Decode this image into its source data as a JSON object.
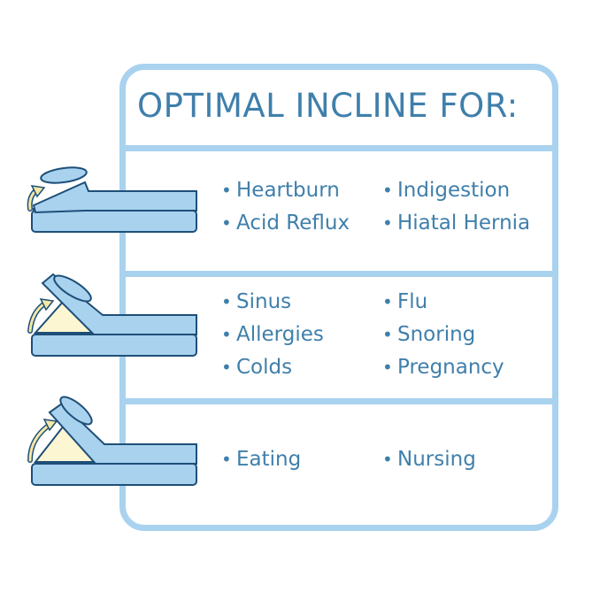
{
  "title": "OPTIMAL INCLINE FOR:",
  "bullet": "•",
  "groups": [
    {
      "items": [
        "Heartburn",
        "Acid Reflux",
        "Indigestion",
        "Hiatal Hernia"
      ]
    },
    {
      "items": [
        "Sinus",
        "Allergies",
        "Colds",
        "Flu",
        "Snoring",
        "Pregnancy"
      ]
    },
    {
      "items": [
        "Eating",
        "Nursing"
      ]
    }
  ],
  "colors": {
    "frame": "#a9d2ef",
    "text": "#3f7fab",
    "cushion_fill": "#a9d2ef",
    "wedge_fill": "#fcf6d2",
    "arrow": "#f3e8a6",
    "outline": "#1e4f78"
  }
}
